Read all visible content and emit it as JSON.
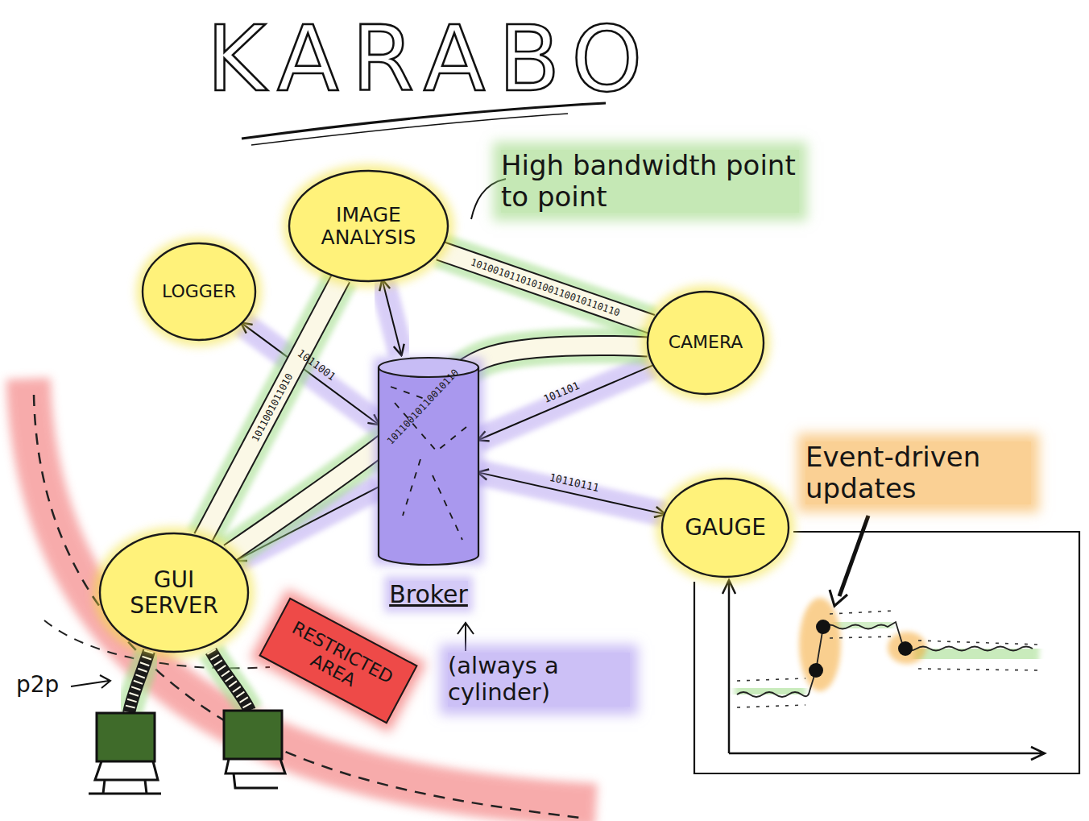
{
  "diagram": {
    "title": "KARABO",
    "nodes": [
      {
        "text": [
          "IMAGE ANALYSIS"
        ]
      },
      {
        "text": [
          "LOGGER"
        ]
      },
      {
        "text": [
          "CAMERA"
        ]
      },
      {
        "text": [
          "Broker"
        ]
      },
      {
        "text": [
          "GAUGE"
        ]
      },
      {
        "text": [
          "GUI SERVER"
        ]
      },
      {
        "text": [
          "RESTRICTED AREA"
        ]
      }
    ],
    "edges": [
      {
        "from": 0,
        "to": 2,
        "arrow": "none",
        "label": "101001011010100110010110110"
      },
      {
        "from": 0,
        "to": 3,
        "arrow": "both"
      },
      {
        "from": 1,
        "to": 3,
        "arrow": "both",
        "label": "1011001"
      },
      {
        "from": 2,
        "to": 3,
        "arrow": "to",
        "label": "101101"
      },
      {
        "from": 3,
        "to": 4,
        "arrow": "both",
        "label": "10110111"
      },
      {
        "from": 3,
        "to": 5,
        "arrow": "to"
      },
      {
        "from": 0,
        "to": 5,
        "arrow": "none",
        "label": "1011001011010"
      },
      {
        "from": 2,
        "to": 5,
        "arrow": "none",
        "label": "10110010110010110"
      }
    ],
    "labels": [
      "High bandwidth point to point",
      "Event-driven updates",
      "(always a cylinder)",
      "p2p"
    ]
  }
}
